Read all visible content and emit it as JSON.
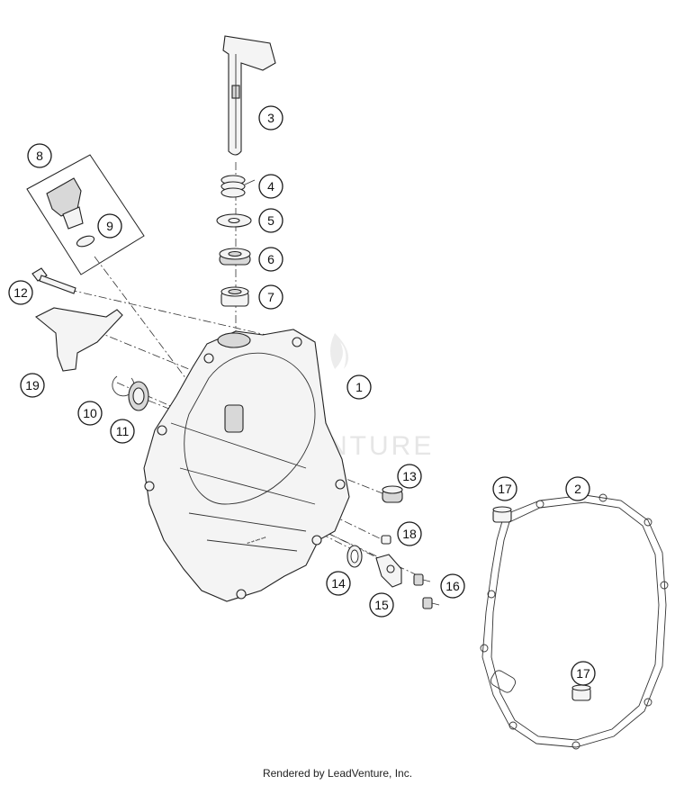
{
  "watermark": "VENTURE",
  "footer": "Rendered by LeadVenture, Inc.",
  "callouts": [
    {
      "id": "1",
      "label": "1"
    },
    {
      "id": "2",
      "label": "2"
    },
    {
      "id": "3",
      "label": "3"
    },
    {
      "id": "4",
      "label": "4"
    },
    {
      "id": "5",
      "label": "5"
    },
    {
      "id": "6",
      "label": "6"
    },
    {
      "id": "7",
      "label": "7"
    },
    {
      "id": "8",
      "label": "8"
    },
    {
      "id": "9",
      "label": "9"
    },
    {
      "id": "10",
      "label": "10"
    },
    {
      "id": "11",
      "label": "11"
    },
    {
      "id": "12",
      "label": "12"
    },
    {
      "id": "13",
      "label": "13"
    },
    {
      "id": "14",
      "label": "14"
    },
    {
      "id": "15",
      "label": "15"
    },
    {
      "id": "16",
      "label": "16"
    },
    {
      "id": "17a",
      "label": "17"
    },
    {
      "id": "17b",
      "label": "17"
    },
    {
      "id": "18",
      "label": "18"
    },
    {
      "id": "19",
      "label": "19"
    }
  ]
}
